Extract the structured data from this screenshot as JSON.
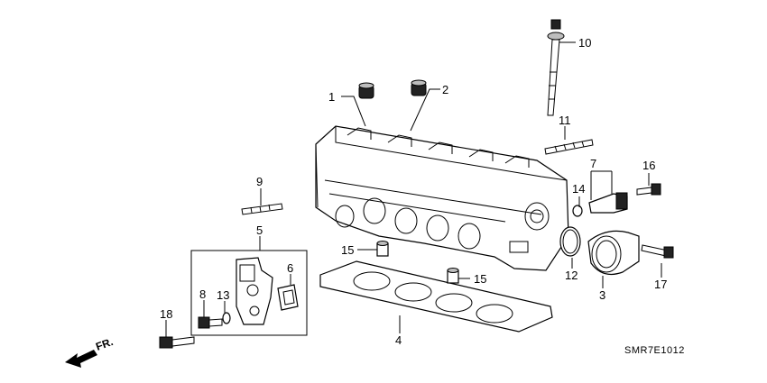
{
  "diagram": {
    "drawing_code": "SMR7E1012",
    "direction_label": "FR.",
    "callouts": {
      "c1": "1",
      "c2": "2",
      "c3": "3",
      "c4": "4",
      "c5": "5",
      "c6": "6",
      "c7": "7",
      "c8": "8",
      "c9": "9",
      "c10": "10",
      "c11": "11",
      "c12": "12",
      "c13": "13",
      "c14": "14",
      "c15a": "15",
      "c15b": "15",
      "c16": "16",
      "c17": "17",
      "c18": "18"
    }
  }
}
